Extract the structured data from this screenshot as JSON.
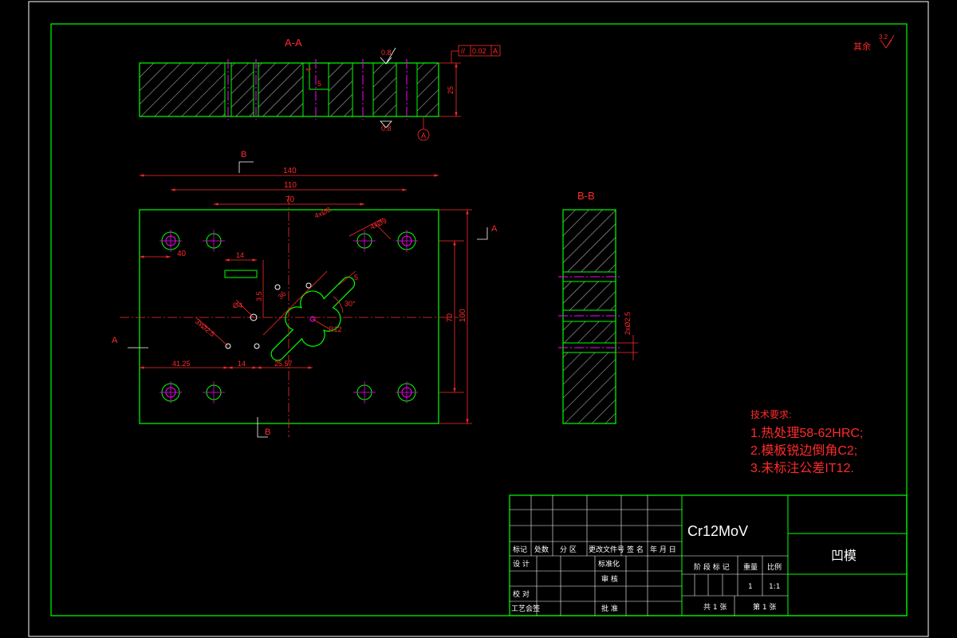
{
  "views": {
    "section_aa": "A-A",
    "section_bb": "B-B",
    "cut_b_top": "B",
    "cut_b_bottom": "B",
    "cut_a_right": "A",
    "cut_a_left": "A"
  },
  "roughness": {
    "other_label": "其余",
    "other_value": "3.2",
    "top_value": "0.8",
    "bottom_value": "0.8"
  },
  "tolerance_frame": {
    "symbol": "//",
    "value": "0.02",
    "datum": "A",
    "datum_marker": "A"
  },
  "dimensions": {
    "d140": "140",
    "d110": "110",
    "d70": "70",
    "d40": "40",
    "d14a": "14",
    "d14b": "14",
    "d4125": "41.25",
    "d2557": "25.57",
    "d35": "3.5",
    "d36": "36",
    "d5": "5",
    "d30deg": "30°",
    "d12": "R12",
    "d4": "Ø4",
    "d3x25": "3xØ2.5",
    "d4x8": "4xØ8",
    "d4x9": "4xØ9",
    "d70v": "70",
    "d100v": "100",
    "d25": "25",
    "d4a": "4",
    "d5a": "5",
    "d2x25": "2xØ2.5"
  },
  "tech_requirements": {
    "title": "技术要求:",
    "item1": "1.热处理58-62HRC;",
    "item2": "2.模板锐边倒角C2;",
    "item3": "3.未标注公差IT12."
  },
  "title_block": {
    "material": "Cr12MoV",
    "part_name": "凹模",
    "headers": [
      "标记",
      "处数",
      "分 区",
      "更改文件号",
      "签 名",
      "年 月 日"
    ],
    "design": "设 计",
    "standardize": "标准化",
    "review": "审 核",
    "check": "校 对",
    "process": "工艺会签",
    "approve": "批 准",
    "stage_mark": "阶 段 标 记",
    "weight": "重量",
    "scale": "比例",
    "weight_value": "1",
    "scale_value": "1:1",
    "total_sheets": "共 1 张",
    "sheet_no": "第 1 张"
  }
}
